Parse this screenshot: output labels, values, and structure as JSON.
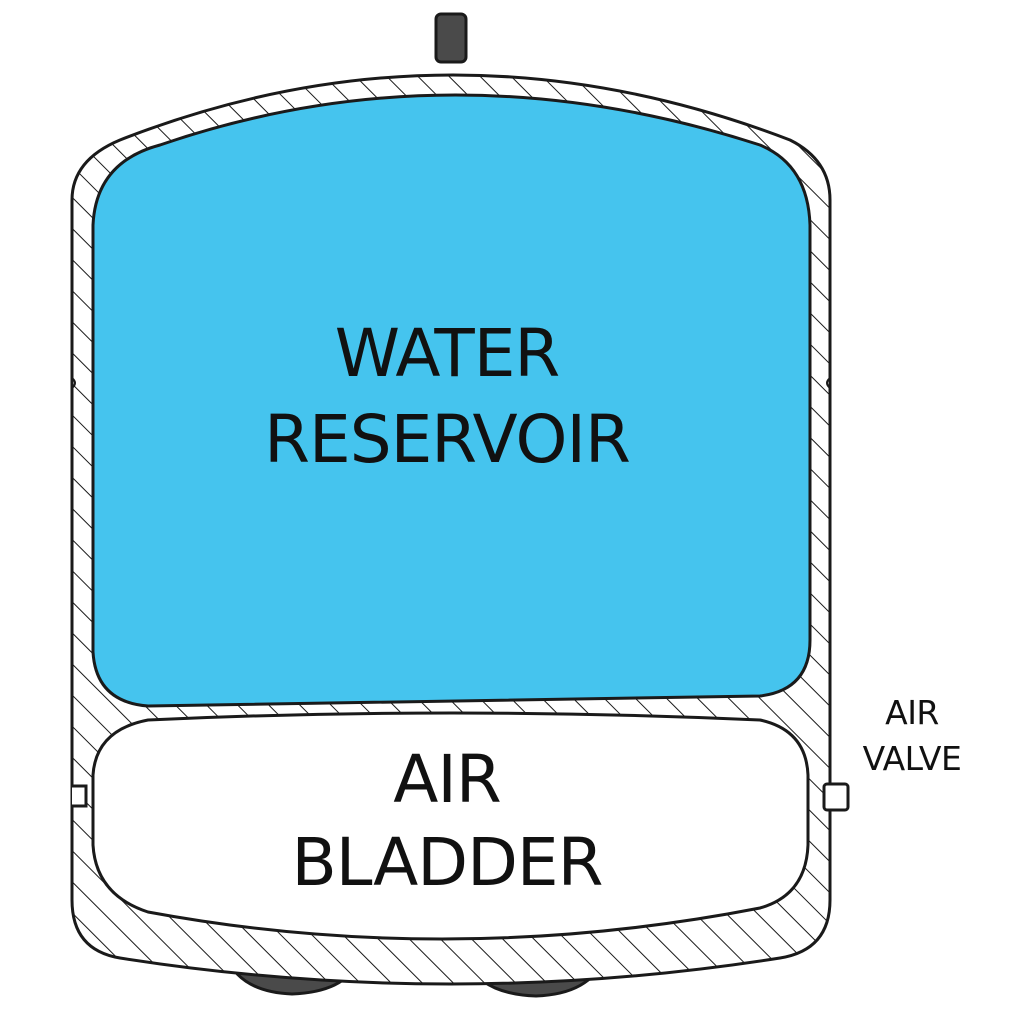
{
  "title": "",
  "labels": {
    "water_reservoir": [
      "WATER",
      "RESERVOIR"
    ],
    "air_bladder": [
      "AIR",
      "BLADDER"
    ],
    "air_valve": [
      "AIR",
      "VALVE"
    ]
  },
  "colors": {
    "water": "#45C4EE",
    "outline": "#1a1a1a",
    "shell_fill": "#ffffff",
    "fittings": "#4a4a4a",
    "background": "#ffffff"
  },
  "components": [
    "top-port",
    "tank-shell",
    "water-reservoir",
    "air-bladder",
    "air-valve",
    "feet"
  ]
}
